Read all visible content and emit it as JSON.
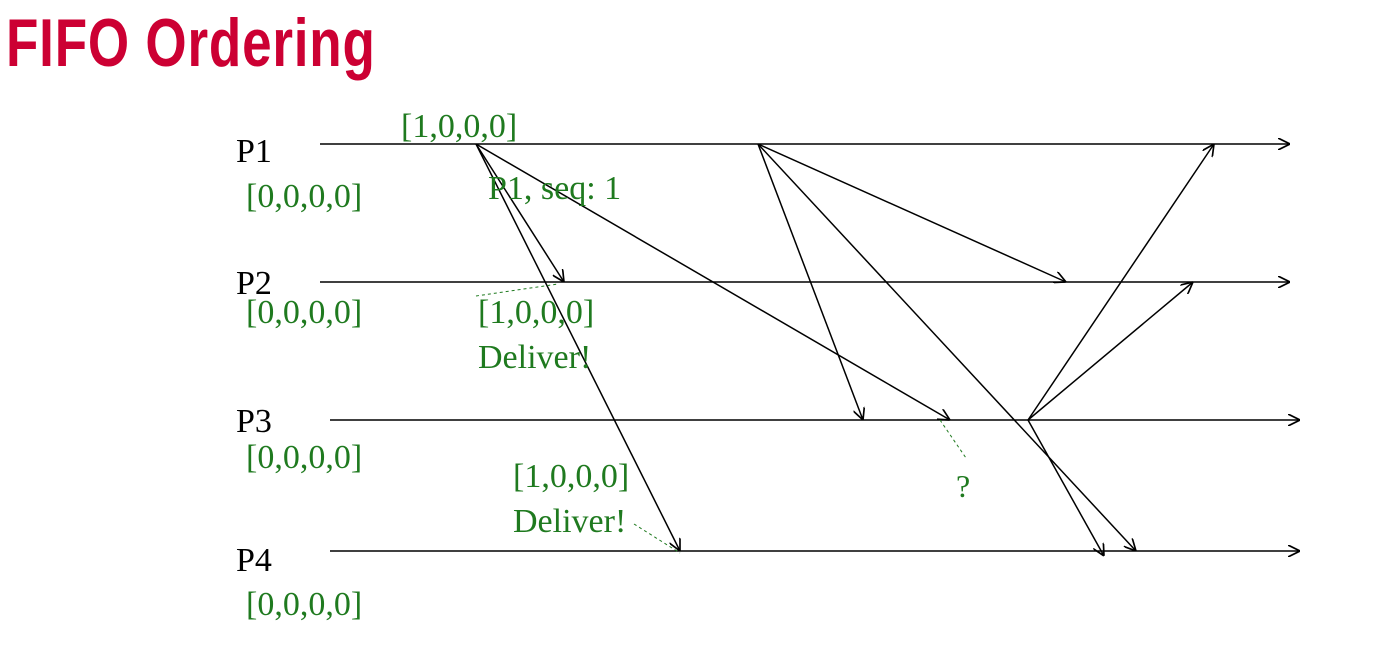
{
  "title": "FIFO Ordering",
  "colors": {
    "title": "#cc0033",
    "annotation": "#1f7a1f",
    "line": "#000000"
  },
  "processes": [
    {
      "label": "P1",
      "initial_vector": "[0,0,0,0]"
    },
    {
      "label": "P2",
      "initial_vector": "[0,0,0,0]"
    },
    {
      "label": "P3",
      "initial_vector": "[0,0,0,0]"
    },
    {
      "label": "P4",
      "initial_vector": "[0,0,0,0]"
    }
  ],
  "annotations": {
    "p1_send_vector": "[1,0,0,0]",
    "p1_message_label": "P1, seq: 1",
    "p2_recv_vector": "[1,0,0,0]",
    "p2_recv_action": "Deliver!",
    "p3_question": "?",
    "p4_recv_vector": "[1,0,0,0]",
    "p4_recv_action": "Deliver!"
  }
}
